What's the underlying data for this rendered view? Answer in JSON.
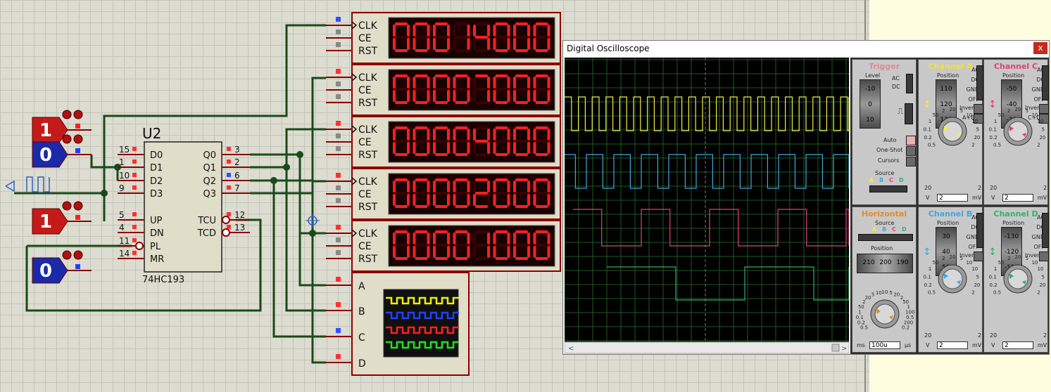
{
  "schematic": {
    "chip": {
      "ref": "U2",
      "part": "74HC193",
      "left_pins": [
        {
          "num": "15",
          "name": "D0"
        },
        {
          "num": "1",
          "name": "D1"
        },
        {
          "num": "10",
          "name": "D2"
        },
        {
          "num": "9",
          "name": "D3"
        },
        {
          "num": "5",
          "name": "UP"
        },
        {
          "num": "4",
          "name": "DN"
        },
        {
          "num": "11",
          "name": "PL"
        },
        {
          "num": "14",
          "name": "MR"
        }
      ],
      "right_pins": [
        {
          "num": "3",
          "name": "Q0"
        },
        {
          "num": "2",
          "name": "Q1"
        },
        {
          "num": "6",
          "name": "Q2"
        },
        {
          "num": "7",
          "name": "Q3"
        },
        {
          "num": "12",
          "name": "TCU"
        },
        {
          "num": "13",
          "name": "TCD"
        }
      ]
    },
    "logic_states": [
      "1",
      "0",
      "1",
      "0"
    ],
    "counters": [
      {
        "pins": [
          "CLK",
          "CE",
          "RST"
        ],
        "display": "00014000"
      },
      {
        "pins": [
          "CLK",
          "CE",
          "RST"
        ],
        "display": "00007000"
      },
      {
        "pins": [
          "CLK",
          "CE",
          "RST"
        ],
        "display": "00004000"
      },
      {
        "pins": [
          "CLK",
          "CE",
          "RST"
        ],
        "display": "00002000"
      },
      {
        "pins": [
          "CLK",
          "CE",
          "RST"
        ],
        "display": "00001000"
      }
    ],
    "scope_inputs": [
      "A",
      "B",
      "C",
      "D"
    ]
  },
  "oscilloscope": {
    "title": "Digital Oscilloscope",
    "close_label": "x",
    "trigger": {
      "title": "Trigger",
      "level_label": "Level",
      "scale": [
        "-10",
        "0",
        "10"
      ],
      "ac": "AC",
      "dc": "DC",
      "auto": "Auto",
      "one_shot": "One-Shot",
      "cursors": "Cursors",
      "source_label": "Source",
      "sources": [
        "A",
        "B",
        "C",
        "D"
      ]
    },
    "channel_a": {
      "title": "Channel A",
      "position_label": "Position",
      "scale": [
        "110",
        "120",
        "130"
      ],
      "couplings": [
        "AC",
        "DC",
        "GND",
        "OFF"
      ],
      "invert": "Invert",
      "combine": "A+B",
      "dial": [
        "0.5",
        "0.2",
        "0.1",
        "1",
        "50",
        "2",
        "20",
        "5",
        "10",
        "10",
        "5",
        "20",
        "2"
      ],
      "unit_left": "V",
      "value": "2",
      "unit_right": "mV",
      "end_left": "20"
    },
    "channel_c": {
      "title": "Channel C",
      "position_label": "Position",
      "scale": [
        "-50",
        "-40",
        "-30"
      ],
      "couplings": [
        "AC",
        "DC",
        "GND",
        "OFF"
      ],
      "invert": "Invert",
      "combine": "C+D",
      "dial": [
        "0.5",
        "0.2",
        "0.1",
        "1",
        "50",
        "2",
        "20",
        "5",
        "10",
        "10",
        "5",
        "20",
        "2"
      ],
      "unit_left": "V",
      "value": "2",
      "unit_right": "mV",
      "end_left": "20"
    },
    "horizontal": {
      "title": "Horizontal",
      "source_label": "Source",
      "sources": [
        "A",
        "B",
        "C",
        "D"
      ],
      "position_label": "Position",
      "scale": [
        "210",
        "200",
        "190"
      ],
      "dial": [
        "0.5",
        "0.2",
        "0.1",
        "1",
        "50",
        "2",
        "20",
        "5",
        "10",
        "10",
        "5",
        "20",
        "2",
        "50",
        "1",
        "100",
        "0.5",
        "200",
        "0.2"
      ],
      "unit_left": "ms",
      "value": "100u",
      "unit_right": "μs"
    },
    "channel_b": {
      "title": "Channel B",
      "position_label": "Position",
      "scale": [
        "30",
        "40",
        "50"
      ],
      "couplings": [
        "AC",
        "DC",
        "GND",
        "OFF"
      ],
      "invert": "Invert",
      "dial": [
        "0.5",
        "0.2",
        "0.1",
        "1",
        "50",
        "2",
        "20",
        "5",
        "10",
        "10",
        "5",
        "20",
        "2"
      ],
      "unit_left": "V",
      "value": "2",
      "unit_right": "mV",
      "end_left": "20"
    },
    "channel_d": {
      "title": "Channel D",
      "position_label": "Position",
      "scale": [
        "-130",
        "-120",
        "-110"
      ],
      "couplings": [
        "AC",
        "DC",
        "GND",
        "OFF"
      ],
      "invert": "Invert",
      "dial": [
        "0.5",
        "0.2",
        "0.1",
        "1",
        "50",
        "2",
        "20",
        "5",
        "10",
        "10",
        "5",
        "20",
        "2"
      ],
      "unit_left": "V",
      "value": "2",
      "unit_right": "mV",
      "end_left": "20"
    }
  },
  "colors": {
    "ch_a": "#f0f040",
    "ch_b": "#40a8e0",
    "ch_c": "#e0407a",
    "ch_d": "#30b070",
    "led": "#ff2020",
    "wire": "#1a4a1a",
    "pin": "#8b0000"
  }
}
